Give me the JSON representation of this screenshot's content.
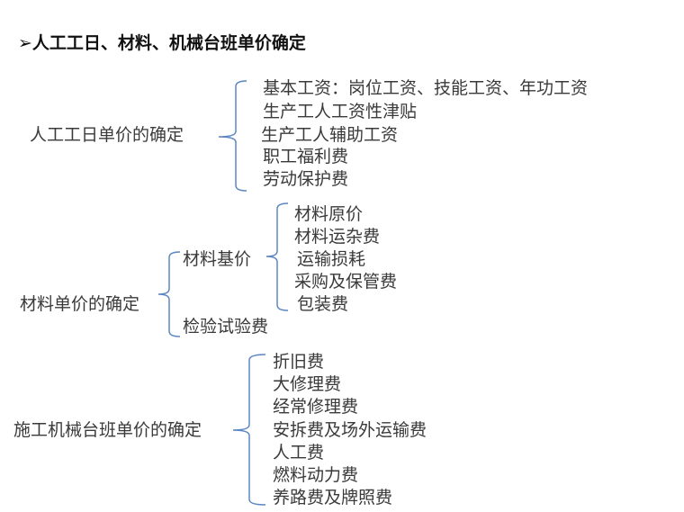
{
  "title": {
    "bullet": "➢",
    "text": "人工工日、材料、机械台班单价确定"
  },
  "labor": {
    "label": "人工工日单价的确定",
    "items": [
      "基本工资：岗位工资、技能工资、年功工资",
      "生产工人工资性津贴",
      "生产工人辅助工资",
      "职工福利费",
      "劳动保护费"
    ]
  },
  "material": {
    "label": "材料单价的确定",
    "base": {
      "label": "材料基价",
      "items": [
        "材料原价",
        "材料运杂费",
        "运输损耗",
        "采购及保管费",
        "包装费"
      ]
    },
    "inspection": "检验试验费"
  },
  "machine": {
    "label": "施工机械台班单价的确定",
    "items": [
      "折旧费",
      "大修理费",
      "经常修理费",
      "安拆费及场外运输费",
      "人工费",
      "燃料动力费",
      "养路费及牌照费"
    ]
  },
  "colors": {
    "brace": "#5b86c2",
    "text": "#3a3a3a"
  }
}
